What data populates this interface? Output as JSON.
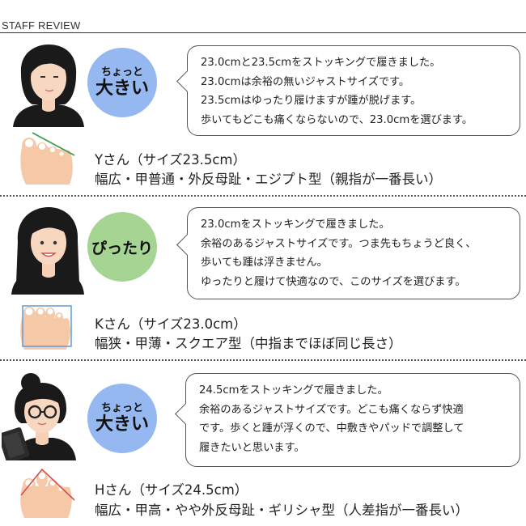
{
  "header": {
    "title": "STAFF REVIEW"
  },
  "reviews": [
    {
      "badge_small": "ちょっと",
      "badge_large": "大きい",
      "lines": [
        "23.0cmと23.5cmをストッキングで履きました。",
        "23.0cmは余裕の無いジャストサイズです。",
        "23.5cmはゆったり履けますが踵が脱げます。",
        "歩いてもどこも痛くならないので、23.0cmを選びます。"
      ],
      "name": "Yさん（サイズ23.5cm）",
      "desc": "幅広・甲普通・外反母趾・エジプト型（親指が一番長い）",
      "badge_color": "#94b8ef"
    },
    {
      "badge_single": "ぴったり",
      "lines": [
        "23.0cmをストッキングで履きました。",
        "余裕のあるジャストサイズです。つま先もちょうど良く、",
        "歩いても踵は浮きません。",
        "ゆったりと履けて快適なので、このサイズを選びます。"
      ],
      "name": "Kさん（サイズ23.0cm）",
      "desc": "幅狭・甲薄・スクエア型（中指までほぼ同じ長さ）",
      "badge_color": "#a5d493"
    },
    {
      "badge_small": "ちょっと",
      "badge_large": "大きい",
      "lines": [
        "24.5cmをストッキングで履きました。",
        "余裕のあるジャストサイズです。どこも痛くならず快適",
        "です。歩くと踵が浮くので、中敷きやパッドで調整して",
        "履きたいと思います。"
      ],
      "name": "Hさん（サイズ24.5cm）",
      "desc": "幅広・甲高・やや外反母趾・ギリシャ型（人差指が一番長い）",
      "badge_color": "#94b8ef"
    }
  ]
}
